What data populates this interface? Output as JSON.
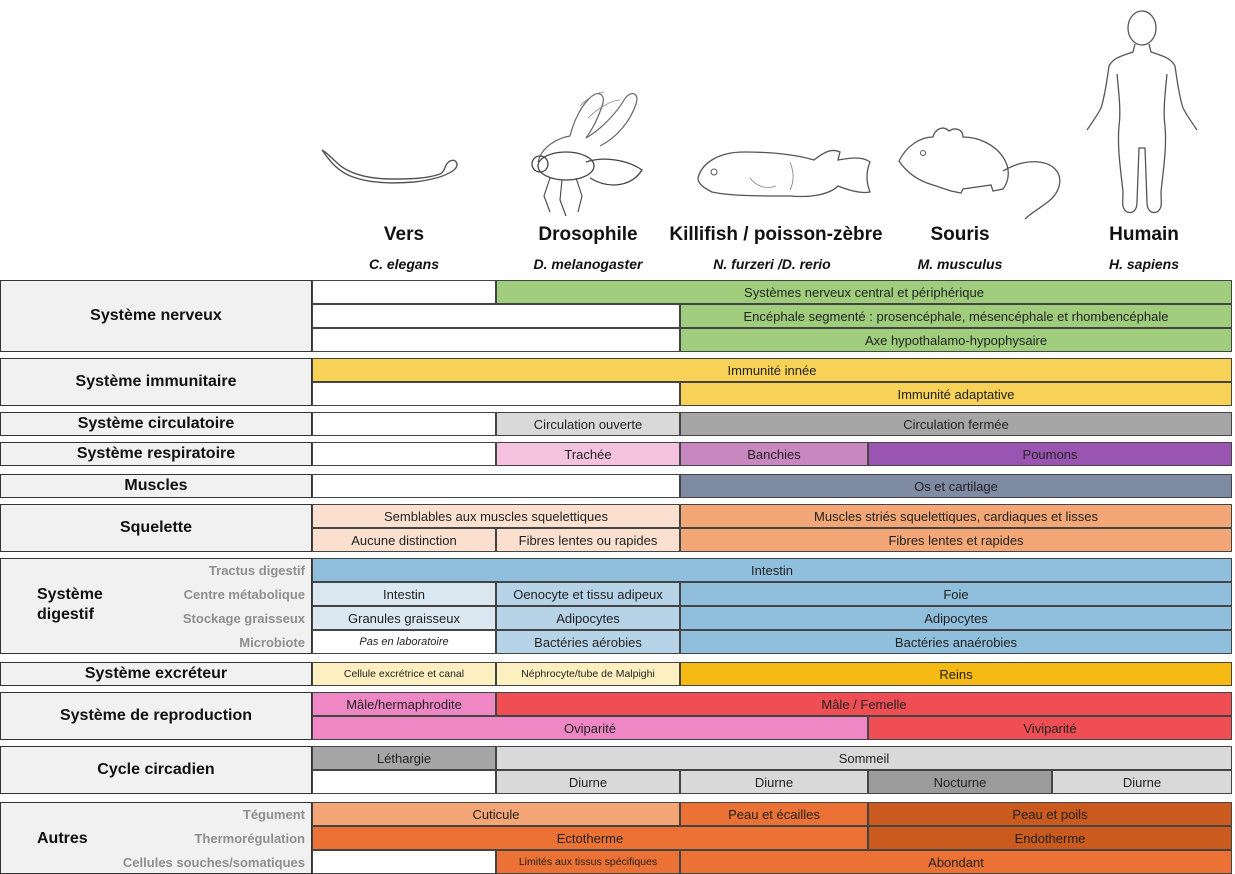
{
  "species": [
    {
      "name": "Vers",
      "latin": "C. elegans",
      "icon": "worm-icon"
    },
    {
      "name": "Drosophile",
      "latin": "D. melanogaster",
      "icon": "fly-icon"
    },
    {
      "name": "Killifish / poisson-zèbre",
      "latin": "N. furzeri /D. rerio",
      "icon": "fish-icon"
    },
    {
      "name": "Souris",
      "latin": "M. musculus",
      "icon": "mouse-icon"
    },
    {
      "name": "Humain",
      "latin": "H. sapiens",
      "icon": "human-icon"
    }
  ],
  "categories": {
    "nerveux": "Système nerveux",
    "immunitaire": "Système immunitaire",
    "circulatoire": "Système circulatoire",
    "respiratoire": "Système respiratoire",
    "muscles": "Muscles",
    "squelette": "Squelette",
    "digestif_1": "Système",
    "digestif_2": "digestif",
    "excreteur": "Système excréteur",
    "reproduction": "Système de reproduction",
    "circadien": "Cycle circadien",
    "autres": "Autres"
  },
  "subcategories": {
    "tractus": "Tractus digestif",
    "centre": "Centre métabolique",
    "stockage": "Stockage graisseux",
    "microbiote": "Microbiote",
    "tegument": "Tégument",
    "thermo": "Thermorégulation",
    "cellules": "Cellules souches/somatiques"
  },
  "cells": {
    "nerv_central": "Systèmes nerveux central et périphérique",
    "nerv_encephale": "Encéphale segmenté : prosencéphale, mésencéphale et rhombencéphale",
    "nerv_axe": "Axe hypothalamo-hypophysaire",
    "imm_innee": "Immunité innée",
    "imm_adapt": "Immunité adaptative",
    "circ_ouverte": "Circulation ouverte",
    "circ_fermee": "Circulation fermée",
    "resp_trachee": "Trachée",
    "resp_banchies": "Banchies",
    "resp_poumons": "Poumons",
    "muscles_os": "Os et cartilage",
    "sq_semblables": "Semblables aux muscles squelettiques",
    "sq_stries": "Muscles striés squelettiques, cardiaques et lisses",
    "sq_aucune": "Aucune distinction",
    "sq_fibres_lr": "Fibres lentes ou rapides",
    "sq_fibres_el": "Fibres lentes et rapides",
    "dig_intestin_all": "Intestin",
    "dig_intestin": "Intestin",
    "dig_oenocyte": "Oenocyte et tissu adipeux",
    "dig_foie": "Foie",
    "dig_granules": "Granules graisseux",
    "dig_adipo1": "Adipocytes",
    "dig_adipo2": "Adipocytes",
    "dig_pas_labo": "Pas en laboratoire",
    "dig_aerobies": "Bactéries aérobies",
    "dig_anaerobies": "Bactéries anaérobies",
    "exc_cellule": "Cellule excrétrice et canal",
    "exc_nephro": "Néphrocyte/tube de Malpighi",
    "exc_reins": "Reins",
    "rep_male_herm": "Mâle/hermaphrodite",
    "rep_male_fem": "Mâle / Femelle",
    "rep_ovip": "Oviparité",
    "rep_vivip": "Viviparité",
    "circ_lethargie": "Léthargie",
    "circ_sommeil": "Sommeil",
    "circ_diurne1": "Diurne",
    "circ_diurne2": "Diurne",
    "circ_nocturne": "Nocturne",
    "circ_diurne3": "Diurne",
    "aut_cuticule": "Cuticule",
    "aut_peau_ecailles": "Peau et écailles",
    "aut_peau_poils": "Peau et poils",
    "aut_ecto": "Ectotherme",
    "aut_endo": "Endotherme",
    "aut_limites": "Limités aux tissus spécifiques",
    "aut_abondant": "Abondant"
  },
  "colors": {
    "green": "#9fcd7c",
    "yellow": "#f7d257",
    "gray_light": "#d9d9d9",
    "gray_mid": "#a6a6a6",
    "pink_light": "#f4c2de",
    "purple_light": "#c987c0",
    "purple": "#9a55b2",
    "slate": "#7f8ba3",
    "peach_light": "#fbe0cf",
    "salmon": "#f4a776",
    "blue": "#8fbfdc",
    "blue_light": "#dbe7f1",
    "blue_mid": "#b6d3e8",
    "cream": "#fdefc0",
    "gold": "#f7b913",
    "pink": "#ee87c3",
    "red": "#ee4e54",
    "orange_light": "#f4a676",
    "orange": "#eb7234",
    "orange_dark": "#ca5a1e",
    "gray_dark": "#9b9b9b"
  }
}
